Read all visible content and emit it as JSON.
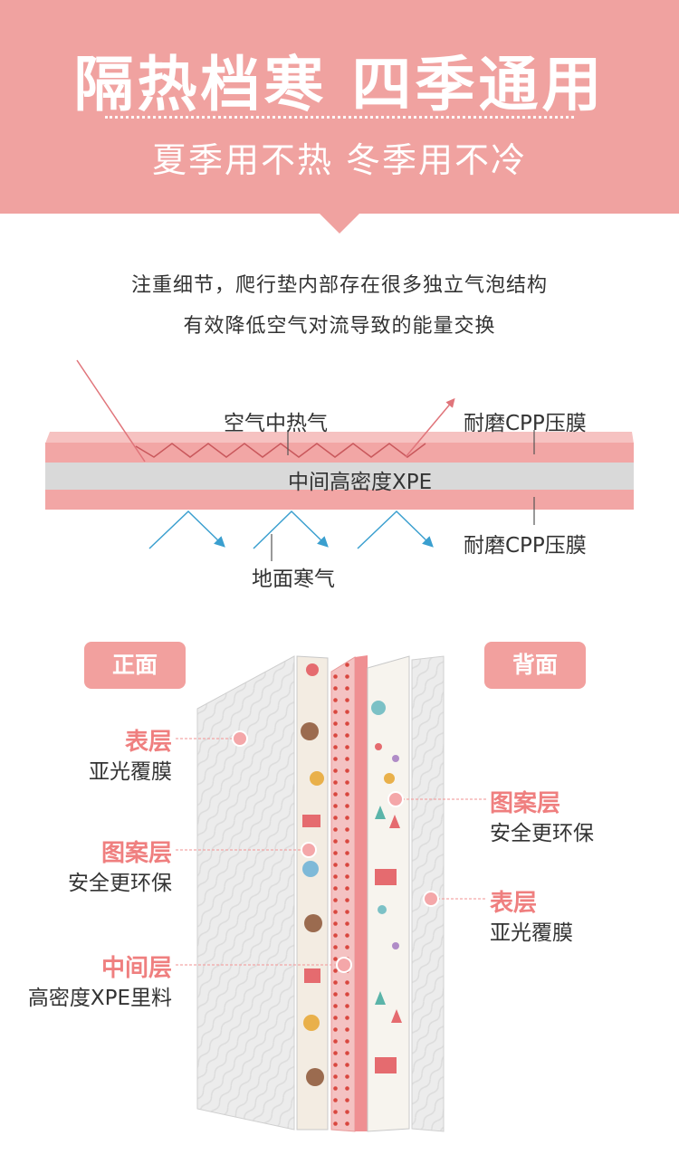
{
  "header": {
    "title": "隔热档寒 四季通用",
    "subtitle": "夏季用不热 冬季用不冷"
  },
  "intro": {
    "line1": "注重细节，爬行垫内部存在很多独立气泡结构",
    "line2": "有效降低空气对流导致的能量交换"
  },
  "diagram": {
    "hot_air": "空气中热气",
    "top_film": "耐磨CPP压膜",
    "middle": "中间高密度XPE",
    "bottom_film": "耐磨CPP压膜",
    "cold_air": "地面寒气"
  },
  "front": {
    "tag": "正面",
    "layers": [
      {
        "name": "表层",
        "desc": "亚光覆膜"
      },
      {
        "name": "图案层",
        "desc": "安全更环保"
      },
      {
        "name": "中间层",
        "desc": "高密度XPE里料"
      }
    ]
  },
  "back": {
    "tag": "背面",
    "layers": [
      {
        "name": "图案层",
        "desc": "安全更环保"
      },
      {
        "name": "表层",
        "desc": "亚光覆膜"
      }
    ]
  },
  "colors": {
    "accent": "#f0a2a0",
    "label_pink": "#ef7f7f",
    "hot_arrow": "#e0747a",
    "cold_arrow": "#3a9fcf",
    "xpe_gray": "#d9d9d9"
  }
}
